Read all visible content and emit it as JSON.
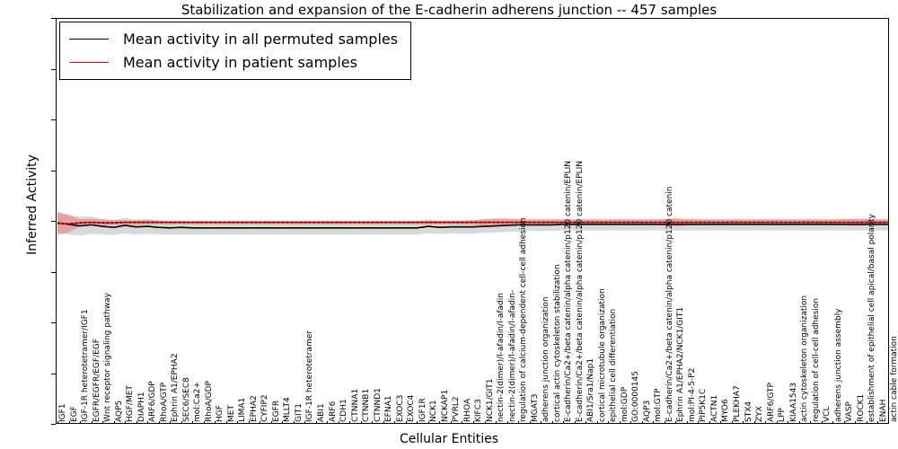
{
  "chart_data": {
    "type": "line",
    "title": "Stabilization and expansion of the E-cadherin adherens junction -- 457 samples",
    "xlabel": "Cellular Entities",
    "ylabel": "Inferred Activity",
    "ylim": [
      -4,
      4
    ],
    "yticks": [
      "4",
      "3",
      "2",
      "1",
      "0",
      "-1",
      "-2",
      "-3",
      "-4"
    ],
    "grid": false,
    "legend_position": "upper-left",
    "legend": [
      {
        "label": "Mean activity in all permuted samples",
        "color": "#000000",
        "style": "solid"
      },
      {
        "label": "Mean activity in patient samples",
        "color": "#ff0000",
        "style": "solid"
      }
    ],
    "sample_count": "457",
    "categories": [
      "IGF1",
      "EGF",
      "IGF-1R heterotetramer/IGF1",
      "EGFR/EGFR/EGF/EGF",
      "Wnt receptor signaling pathway",
      "AQP5",
      "HGF/MET",
      "DIAPH1",
      "ARF6/GDP",
      "RhoA/GTP",
      "Ephrin A1/EPHA2",
      "SEC6/SEC8",
      "mol:Ca2+",
      "RhoA/GDP",
      "HGF",
      "MET",
      "LIMA1",
      "EPHA2",
      "CYFIP2",
      "EGFR",
      "MLLT4",
      "GIT1",
      "IGF-1R heterotetramer",
      "ABI1",
      "ARF6",
      "CDH1",
      "CTNNA1",
      "CTNNB1",
      "CTNND1",
      "EFNA1",
      "EXOC3",
      "EXOC4",
      "IGF1R",
      "NCK1",
      "NCKAP1",
      "PVRL2",
      "RHOA",
      "KIFC3",
      "NCK1/GIT1",
      "nectin-2(dimer)/l-afadin/l-afadin",
      "nectin-2(dimer)/l-afadin/l-afadin-",
      "regulation of calcium-dependent cell-cell adhesion",
      "MGAT3",
      "adherens junction organization",
      "cortical actin cytoskeleton stabilization",
      "E-cadherin/Ca2+/beta catenin/alpha catenin/p120 catenin/EPLIN",
      "E-cadherin/Ca2+/beta catenin/alpha catenin/p120 catenin/EPLIN",
      "ABI1/Sra1/Nap1",
      "cortical microtubule organization",
      "epithelial cell differentiation",
      "mol:GDP",
      "GO:0000145",
      "AQP3",
      "mol:GTP",
      "E-cadherin/Ca2+/beta catenin/alpha catenin/p120 catenin",
      "Ephrin A1/EPHA2/NCK1/GIT1",
      "mol:PI-4-5-P2",
      "PIP5K1C",
      "ACTN1",
      "MYO6",
      "PLEKHA7",
      "STX4",
      "ZYX",
      "ARF6/GTP",
      "LPP",
      "KIAA1543",
      "actin cytoskeleton organization",
      "regulation of cell-cell adhesion",
      "VCL",
      "adherens junction assembly",
      "VASP",
      "ROCK1",
      "establishment of epithelial cell apical/basal polarity",
      "ENAH",
      "actin cable formation"
    ],
    "series": [
      {
        "name": "Mean activity in all permuted samples",
        "color": "#000000",
        "values": [
          -0.02,
          -0.05,
          -0.08,
          -0.06,
          -0.09,
          -0.11,
          -0.07,
          -0.1,
          -0.09,
          -0.11,
          -0.12,
          -0.11,
          -0.12,
          -0.12,
          -0.12,
          -0.12,
          -0.12,
          -0.12,
          -0.12,
          -0.12,
          -0.12,
          -0.12,
          -0.12,
          -0.12,
          -0.12,
          -0.12,
          -0.12,
          -0.12,
          -0.12,
          -0.12,
          -0.12,
          -0.12,
          -0.12,
          -0.09,
          -0.11,
          -0.1,
          -0.1,
          -0.1,
          -0.09,
          -0.08,
          -0.07,
          -0.06,
          -0.06,
          -0.06,
          -0.06,
          -0.05,
          -0.05,
          -0.05,
          -0.05,
          -0.05,
          -0.05,
          -0.05,
          -0.05,
          -0.05,
          -0.05,
          -0.05,
          -0.05,
          -0.05,
          -0.05,
          -0.05,
          -0.05,
          -0.05,
          -0.05,
          -0.05,
          -0.05,
          -0.05,
          -0.05,
          -0.05,
          -0.05,
          -0.05,
          -0.05,
          -0.05,
          -0.05,
          -0.05,
          -0.05
        ],
        "band_upper": [
          0.18,
          0.14,
          0.1,
          0.1,
          0.06,
          0.03,
          0.08,
          0.04,
          0.05,
          0.02,
          0.01,
          0.02,
          0.01,
          0.01,
          0.01,
          0.01,
          0.01,
          0.01,
          0.01,
          0.01,
          0.01,
          0.01,
          0.01,
          0.01,
          0.01,
          0.01,
          0.01,
          0.01,
          0.01,
          0.01,
          0.01,
          0.01,
          0.01,
          0.05,
          0.02,
          0.03,
          0.03,
          0.03,
          0.04,
          0.05,
          0.05,
          0.06,
          0.06,
          0.06,
          0.06,
          0.06,
          0.06,
          0.06,
          0.06,
          0.06,
          0.06,
          0.06,
          0.06,
          0.06,
          0.06,
          0.06,
          0.06,
          0.06,
          0.06,
          0.06,
          0.06,
          0.06,
          0.06,
          0.06,
          0.06,
          0.06,
          0.06,
          0.06,
          0.06,
          0.06,
          0.06,
          0.06,
          0.06,
          0.06,
          0.06
        ],
        "band_lower": [
          -0.22,
          -0.25,
          -0.27,
          -0.24,
          -0.25,
          -0.26,
          -0.23,
          -0.25,
          -0.24,
          -0.25,
          -0.25,
          -0.25,
          -0.25,
          -0.25,
          -0.25,
          -0.25,
          -0.25,
          -0.25,
          -0.25,
          -0.25,
          -0.25,
          -0.25,
          -0.25,
          -0.25,
          -0.25,
          -0.25,
          -0.25,
          -0.25,
          -0.25,
          -0.25,
          -0.25,
          -0.25,
          -0.25,
          -0.23,
          -0.24,
          -0.23,
          -0.23,
          -0.23,
          -0.22,
          -0.21,
          -0.2,
          -0.19,
          -0.18,
          -0.18,
          -0.18,
          -0.17,
          -0.17,
          -0.17,
          -0.17,
          -0.17,
          -0.17,
          -0.17,
          -0.17,
          -0.17,
          -0.17,
          -0.17,
          -0.17,
          -0.17,
          -0.17,
          -0.17,
          -0.17,
          -0.17,
          -0.17,
          -0.17,
          -0.17,
          -0.17,
          -0.17,
          -0.17,
          -0.17,
          -0.17,
          -0.17,
          -0.17,
          -0.17,
          -0.17,
          -0.17
        ]
      },
      {
        "name": "Mean activity in patient samples",
        "color": "#ff0000",
        "values": [
          -0.03,
          -0.04,
          -0.02,
          -0.01,
          -0.02,
          -0.02,
          -0.01,
          -0.01,
          -0.01,
          -0.01,
          -0.01,
          -0.01,
          -0.01,
          -0.01,
          -0.01,
          -0.01,
          -0.01,
          -0.01,
          -0.01,
          -0.01,
          -0.01,
          -0.01,
          -0.01,
          -0.01,
          -0.01,
          -0.01,
          -0.01,
          -0.01,
          -0.01,
          -0.01,
          -0.01,
          -0.01,
          -0.01,
          -0.01,
          -0.01,
          -0.01,
          -0.01,
          -0.01,
          -0.01,
          -0.01,
          -0.01,
          -0.01,
          -0.01,
          -0.01,
          -0.01,
          -0.01,
          -0.01,
          -0.01,
          -0.01,
          -0.01,
          -0.01,
          -0.01,
          -0.01,
          -0.01,
          -0.01,
          -0.01,
          -0.01,
          -0.01,
          -0.01,
          -0.01,
          -0.01,
          -0.01,
          -0.01,
          -0.01,
          -0.01,
          -0.01,
          -0.01,
          -0.01,
          -0.01,
          -0.01,
          -0.01,
          -0.01,
          -0.01,
          -0.01,
          -0.01
        ],
        "band_upper": [
          0.2,
          0.13,
          0.05,
          0.06,
          0.04,
          0.04,
          0.03,
          0.03,
          0.03,
          0.03,
          0.02,
          0.02,
          0.02,
          0.02,
          0.02,
          0.02,
          0.02,
          0.02,
          0.02,
          0.02,
          0.02,
          0.02,
          0.02,
          0.02,
          0.02,
          0.02,
          0.02,
          0.02,
          0.02,
          0.02,
          0.02,
          0.02,
          0.02,
          0.02,
          0.02,
          0.02,
          0.02,
          0.03,
          0.06,
          0.07,
          0.07,
          0.05,
          0.04,
          0.04,
          0.04,
          0.04,
          0.04,
          0.04,
          0.04,
          0.04,
          0.04,
          0.04,
          0.04,
          0.04,
          0.05,
          0.07,
          0.05,
          0.04,
          0.04,
          0.04,
          0.04,
          0.04,
          0.04,
          0.04,
          0.04,
          0.04,
          0.04,
          0.04,
          0.04,
          0.04,
          0.05,
          0.06,
          0.05,
          0.04,
          0.04
        ],
        "band_lower": [
          -0.26,
          -0.21,
          -0.09,
          -0.08,
          -0.07,
          -0.07,
          -0.06,
          -0.06,
          -0.05,
          -0.05,
          -0.05,
          -0.05,
          -0.05,
          -0.05,
          -0.05,
          -0.05,
          -0.05,
          -0.05,
          -0.05,
          -0.05,
          -0.05,
          -0.05,
          -0.05,
          -0.05,
          -0.05,
          -0.05,
          -0.05,
          -0.05,
          -0.05,
          -0.05,
          -0.05,
          -0.05,
          -0.05,
          -0.05,
          -0.05,
          -0.05,
          -0.05,
          -0.06,
          -0.08,
          -0.09,
          -0.09,
          -0.07,
          -0.06,
          -0.06,
          -0.06,
          -0.06,
          -0.06,
          -0.06,
          -0.06,
          -0.06,
          -0.06,
          -0.06,
          -0.06,
          -0.06,
          -0.07,
          -0.09,
          -0.07,
          -0.06,
          -0.06,
          -0.06,
          -0.06,
          -0.06,
          -0.06,
          -0.06,
          -0.06,
          -0.06,
          -0.06,
          -0.06,
          -0.06,
          -0.06,
          -0.07,
          -0.08,
          -0.07,
          -0.06,
          -0.06
        ]
      }
    ]
  }
}
